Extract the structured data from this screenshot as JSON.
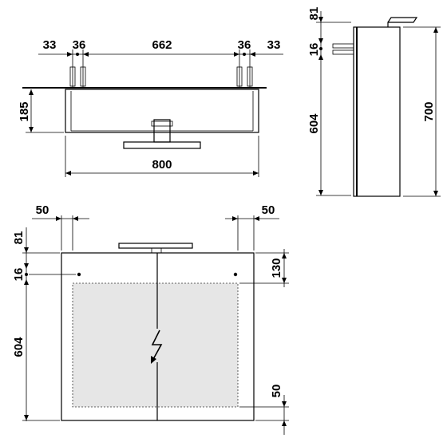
{
  "top_view": {
    "dims_top": [
      "33",
      "36",
      "662",
      "36",
      "33"
    ],
    "depth": "185",
    "width": "800"
  },
  "side_view": {
    "top_offset": "81",
    "hole_offset": "16",
    "hole_spacing": "604",
    "height": "700"
  },
  "front_view": {
    "left_inset": "50",
    "right_inset": "50",
    "top_offset": "81",
    "hole_offset": "16",
    "hole_spacing": "604",
    "top_band": "130",
    "bottom_band": "50"
  },
  "icons": {
    "electric": "electric-symbol-icon"
  }
}
